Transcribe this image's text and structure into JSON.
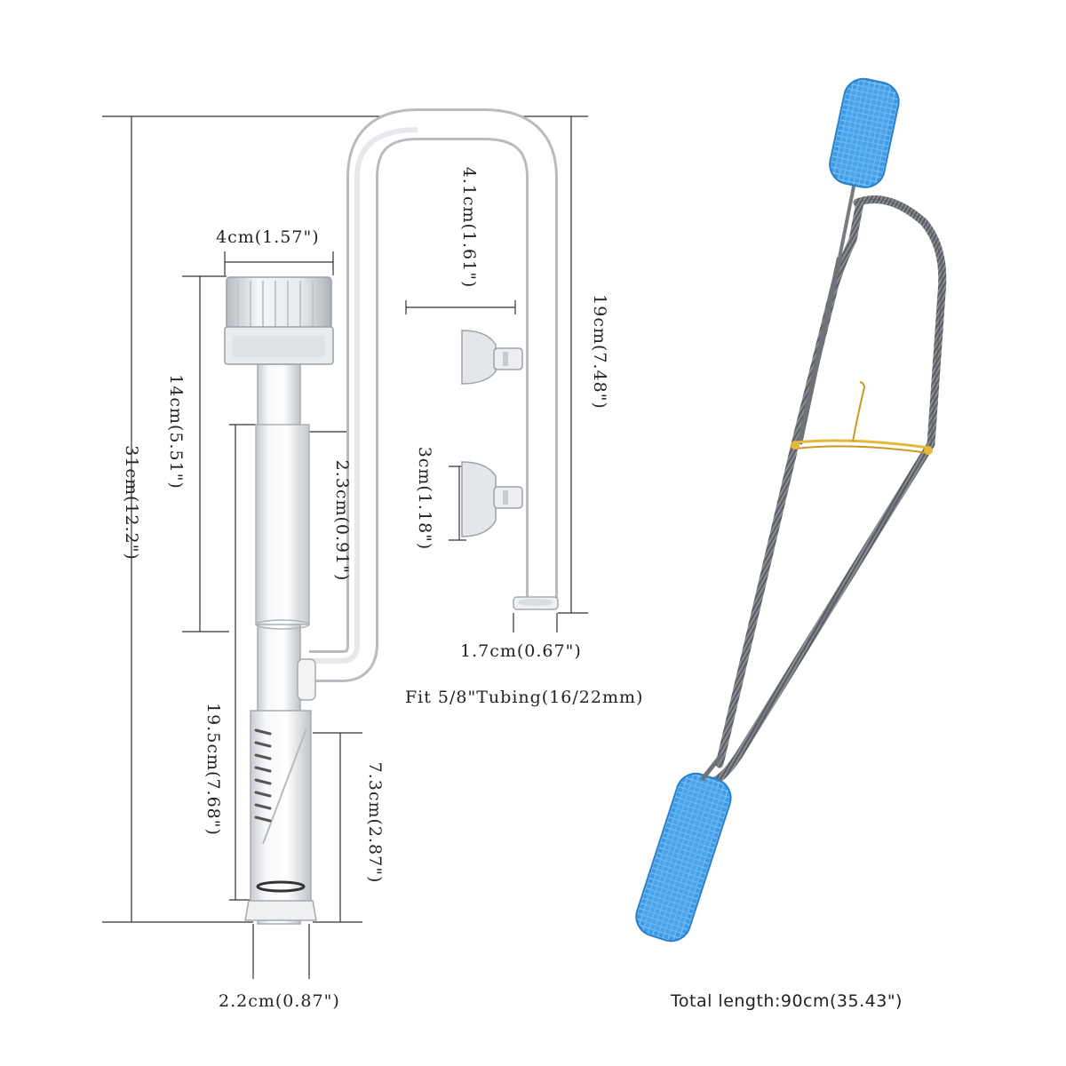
{
  "dimensions": {
    "total_height": "31cm(12.2\")",
    "cap_width": "4cm(1.57\")",
    "skimmer_upper": "14cm(5.51\")",
    "skimmer_lower": "19.5cm(7.68\")",
    "inner_tube": "2.3cm(0.91\")",
    "u_gap": "4.1cm(1.61\")",
    "outlet_height": "19cm(7.48\")",
    "suction_gap": "3cm(1.18\")",
    "outlet_width": "1.7cm(0.67\")",
    "bottom_section": "7.3cm(2.87\")",
    "base_width": "2.2cm(0.87\")"
  },
  "fit_note": "Fit 5/8\"Tubing(16/22mm)",
  "brush": {
    "total_length": "Total length:90cm(35.43\")",
    "bristle_color": "#3d9be6",
    "spring_color": "#6f7377",
    "tie_color": "#e2b93b"
  }
}
